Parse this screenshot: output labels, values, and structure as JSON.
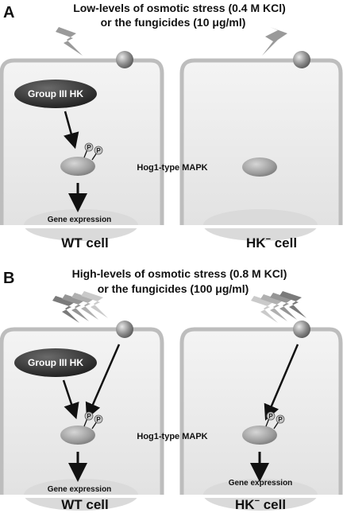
{
  "panel_a": {
    "letter": "A",
    "title_line1": "Low-levels of osmotic stress (0.4 M KCl)",
    "title_line2": "or the fungicides (10 μg/ml)",
    "group_label": "Group III HK",
    "mapk_label": "Hog1-type MAPK",
    "gene_label": "Gene expression",
    "wt_label": "WT cell",
    "hk_label": "HK",
    "hk_superscript": "−",
    "hk_suffix": " cell",
    "phospho": "P"
  },
  "panel_b": {
    "letter": "B",
    "title_line1": "High-levels of osmotic stress (0.8 M KCl)",
    "title_line2": "or the fungicides (100 μg/ml)",
    "group_label": "Group III HK",
    "mapk_label": "Hog1-type MAPK",
    "gene_label_left": "Gene expression",
    "gene_label_right": "Gene expression",
    "wt_label": "WT cell",
    "hk_label": "HK",
    "hk_superscript": "−",
    "hk_suffix": " cell",
    "phospho": "P"
  },
  "colors": {
    "cell_border": "#bdbdbd",
    "cell_fill": "#ececec",
    "nucleus": "#dcdcdc",
    "group_hk": "#3a3a3a",
    "mapk": "#a8a8a8",
    "sensor": "#8c8c8c",
    "lightning": "#9a9a9a"
  }
}
